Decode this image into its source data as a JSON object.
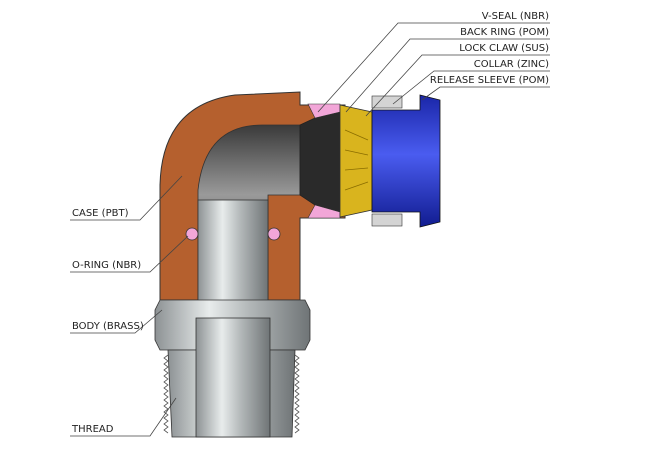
{
  "labels_right": [
    {
      "id": "v-seal",
      "text": "V-SEAL (NBR)"
    },
    {
      "id": "back-ring",
      "text": "BACK RING (POM)"
    },
    {
      "id": "lock-claw",
      "text": "LOCK CLAW (SUS)"
    },
    {
      "id": "collar",
      "text": "COLLAR (ZINC)"
    },
    {
      "id": "release-sleeve",
      "text": "RELEASE SLEEVE (POM)"
    }
  ],
  "labels_left": [
    {
      "id": "case",
      "text": "CASE (PBT)"
    },
    {
      "id": "o-ring",
      "text": "O-RING (NBR)"
    },
    {
      "id": "body",
      "text": "BODY (BRASS)"
    },
    {
      "id": "thread",
      "text": "THREAD"
    }
  ],
  "colors": {
    "case": "#b5602e",
    "body": "#a9aeb0",
    "release_sleeve": "#2233cc",
    "lock_claw": "#d9b41e",
    "v_seal": "#2a2a2a",
    "o_ring": "#f2a6d8",
    "collar": "#d4d4d4"
  }
}
